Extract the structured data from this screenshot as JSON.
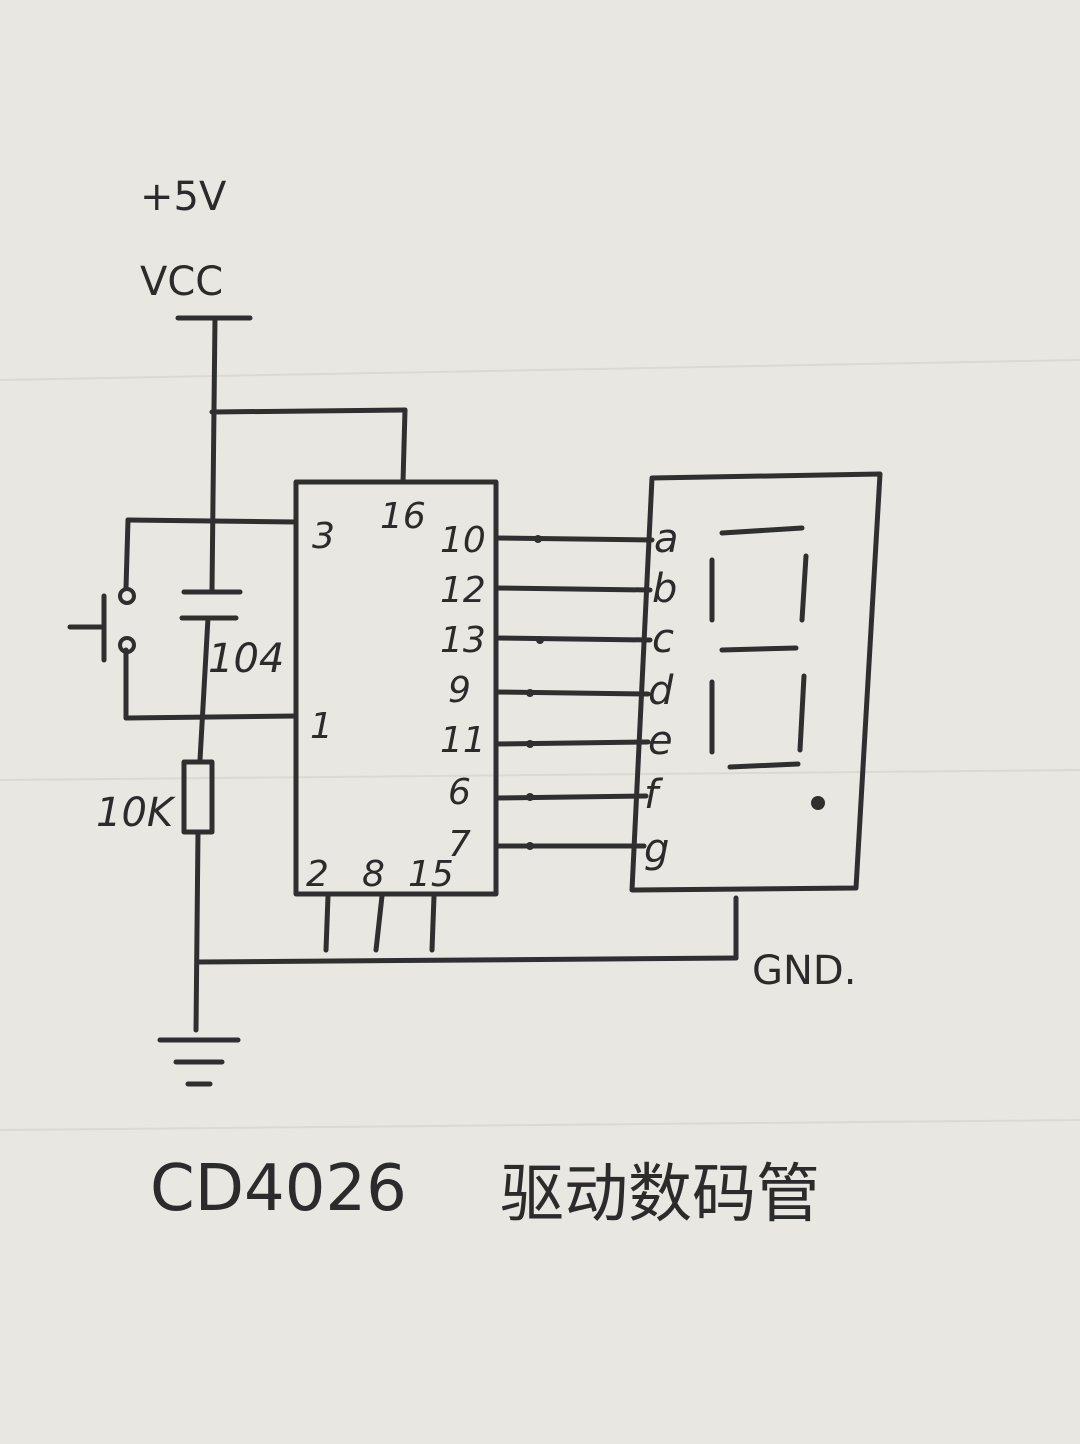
{
  "supply": {
    "voltage": "+5V",
    "rail": "VCC"
  },
  "capacitor": {
    "value": "104"
  },
  "resistor": {
    "value": "10K"
  },
  "chip_pins": {
    "p3": "3",
    "p16": "16",
    "p1": "1",
    "bottom": [
      "2",
      "8",
      "15"
    ],
    "outputs": [
      "10",
      "12",
      "13",
      "9",
      "11",
      "6",
      "7"
    ]
  },
  "segments": [
    "a",
    "b",
    "c",
    "d",
    "e",
    "f",
    "g"
  ],
  "ground_label": "GND.",
  "caption": {
    "chip": "CD4026",
    "text": "驱动数码管"
  },
  "colors": {
    "ink": "#2f2f2f",
    "paper": "#e9e7e2"
  }
}
